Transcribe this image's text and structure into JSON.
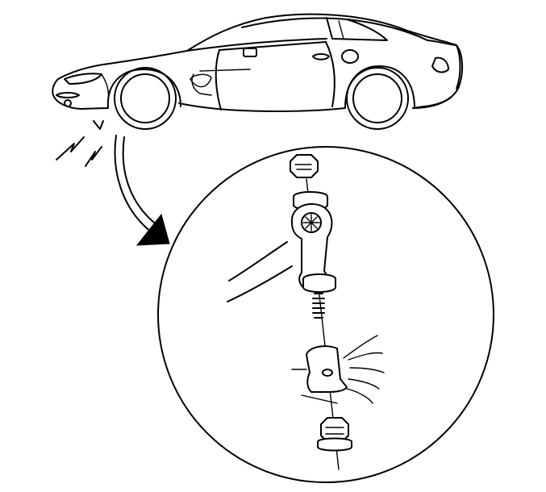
{
  "figure": {
    "kind": "service-manual-illustration",
    "parts": [
      "car-side-view",
      "impact-lightning-mark",
      "callout-arrow",
      "detail-magnifier-circle",
      "stabilizer-link-assembly"
    ],
    "colors": {
      "ink": "#000000",
      "paper": "#ffffff"
    }
  }
}
